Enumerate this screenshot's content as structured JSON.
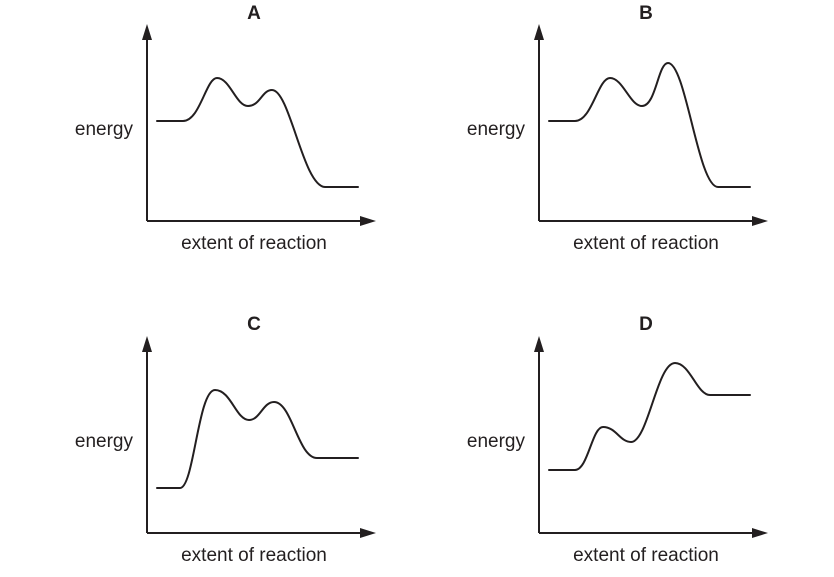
{
  "figure": {
    "panels": [
      {
        "id": "A",
        "label": "A",
        "ylabel": "energy",
        "xlabel": "extent of reaction"
      },
      {
        "id": "B",
        "label": "B",
        "ylabel": "energy",
        "xlabel": "extent of reaction"
      },
      {
        "id": "C",
        "label": "C",
        "ylabel": "energy",
        "xlabel": "extent of reaction"
      },
      {
        "id": "D",
        "label": "D",
        "ylabel": "energy",
        "xlabel": "extent of reaction"
      }
    ],
    "line_color": "#231f20"
  }
}
